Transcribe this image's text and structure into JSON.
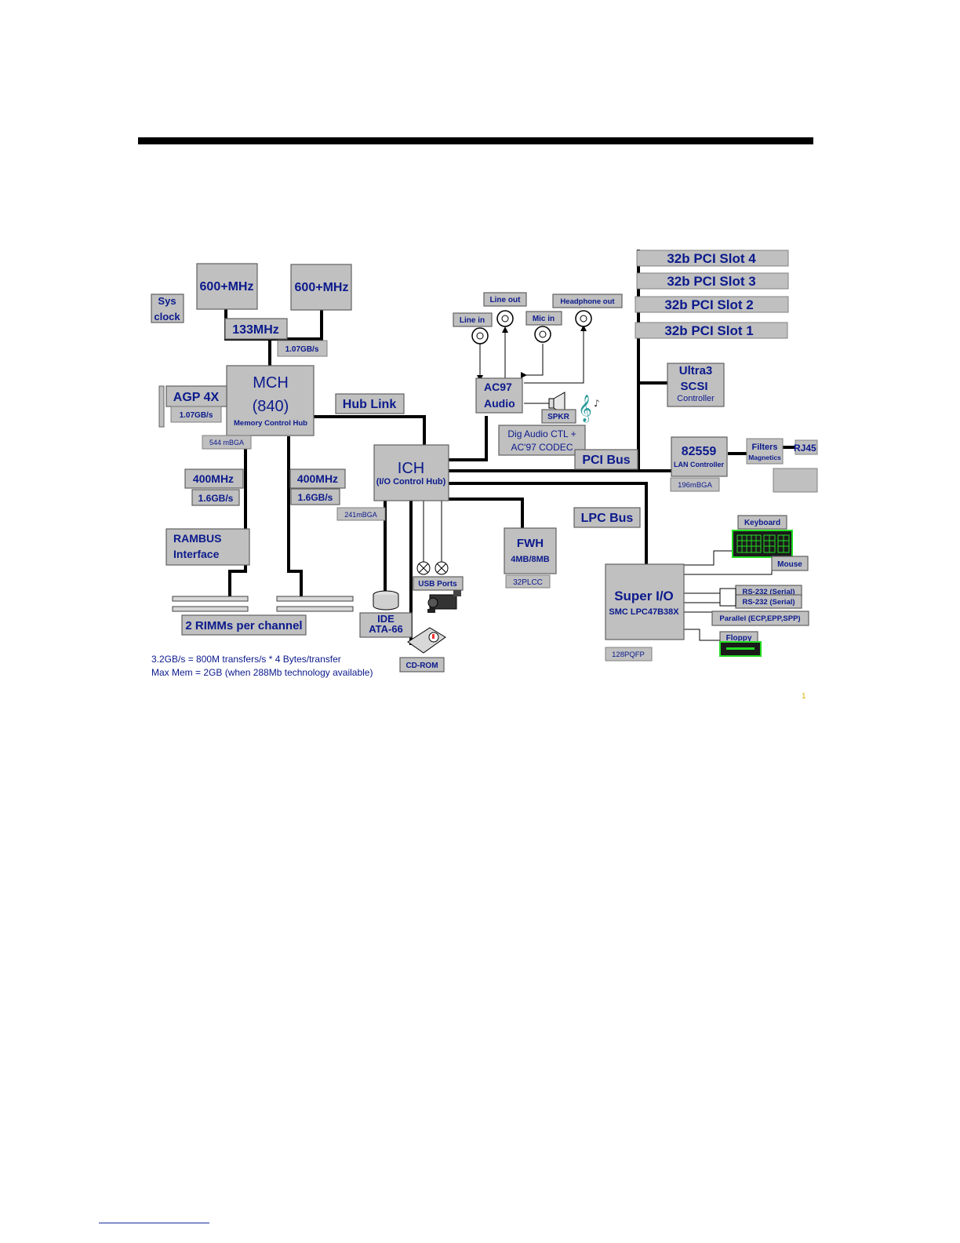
{
  "blocks": {
    "cpu1": "600+MHz",
    "cpu2": "600+MHz",
    "sys_clock_1": "Sys",
    "sys_clock_2": "clock",
    "fsb": "133MHz",
    "fsb_bw": "1.07GB/s",
    "mch_title": "MCH",
    "mch_num": "(840)",
    "mch_sub": "Memory Control Hub",
    "mch_pkg": "544 mBGA",
    "agp": "AGP 4X",
    "agp_bw": "1.07GB/s",
    "hub_link": "Hub Link",
    "mem_a_speed": "400MHz",
    "mem_a_bw": "1.6GB/s",
    "mem_b_speed": "400MHz",
    "mem_b_bw": "1.6GB/s",
    "rambus_1": "RAMBUS",
    "rambus_2": "Interface",
    "rimms": "2 RIMMs per channel",
    "note_1": "3.2GB/s = 800M transfers/s * 4 Bytes/transfer",
    "note_2": "Max Mem  =  2GB (when 288Mb technology available)",
    "ich_title": "ICH",
    "ich_sub": "(I/O Control Hub)",
    "ich_pkg": "241mBGA",
    "ide_1": "IDE",
    "ide_2": "ATA-66",
    "cdrom": "CD-ROM",
    "usb": "USB Ports",
    "fwh_title": "FWH",
    "fwh_sub": "4MB/8MB",
    "fwh_pkg": "32PLCC",
    "line_out": "Line out",
    "headphone_out": "Headphone out",
    "line_in": "Line in",
    "mic_in": "Mic in",
    "ac97_1": "AC97",
    "ac97_2": "Audio",
    "spkr": "SPKR",
    "dig_audio_1": "Dig Audio CTL +",
    "dig_audio_2": "AC'97  CODEC",
    "pci_bus": "PCI Bus",
    "lpc_bus": "LPC Bus",
    "pci_slot_4": "32b PCI Slot 4",
    "pci_slot_3": "32b PCI Slot 3",
    "pci_slot_2": "32b PCI Slot 2",
    "pci_slot_1": "32b PCI Slot 1",
    "scsi_1": "Ultra3",
    "scsi_2": "SCSI",
    "scsi_3": "Controller",
    "lan_title": "82559",
    "lan_sub": "LAN Controller",
    "lan_pkg": "196mBGA",
    "filters_1": "Filters",
    "filters_2": "Magnetics",
    "rj45": "RJ45",
    "superio_1": "Super I/O",
    "superio_2": "SMC LPC47B38X",
    "superio_pkg": "128PQFP",
    "keyboard": "Keyboard",
    "mouse": "Mouse",
    "rs232_a": "RS-232 (Serial)",
    "rs232_b": "RS-232 (Serial)",
    "parallel": "Parallel (ECP,EPP,SPP)",
    "floppy": "Floppy",
    "page_mark": "1"
  },
  "colors": {
    "box_fill": "#c0c0c0",
    "label_text": "#0b1a8c",
    "bus": "#000000",
    "keyboard_green": "#22dd22"
  }
}
